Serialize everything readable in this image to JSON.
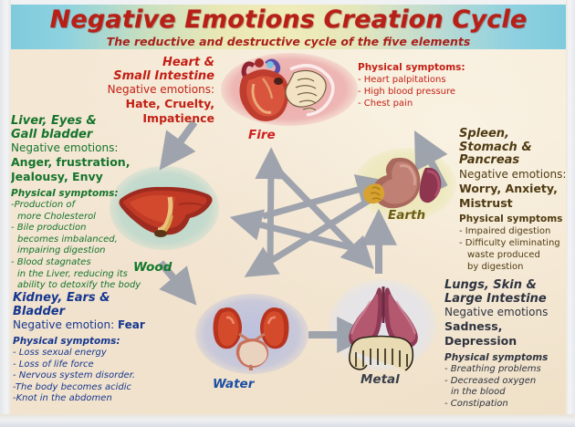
{
  "header": {
    "title": "Negative Emotions Creation Cycle",
    "subtitle": "The reductive and destructive cycle of  the five elements"
  },
  "elements": {
    "fire": {
      "label": "Fire"
    },
    "wood": {
      "label": "Wood"
    },
    "earth": {
      "label": "Earth"
    },
    "water": {
      "label": "Water"
    },
    "metal": {
      "label": "Metal"
    }
  },
  "blocks": {
    "heart": {
      "heading1": "Heart &",
      "heading2": "Small Intestine",
      "negative_label": "Negative emotions:",
      "emotions1": "Hate, Cruelty,",
      "emotions2": "Impatience"
    },
    "fire_symptoms": {
      "heading": "Physical symptoms:",
      "items": [
        "- Heart palpitations",
        "- High blood pressure",
        "- Chest pain"
      ]
    },
    "liver": {
      "heading1": "Liver, Eyes  &",
      "heading2": "Gall bladder",
      "negative_label": "Negative emotions:",
      "emotions1": "Anger, frustration,",
      "emotions2": "Jealousy, Envy",
      "symptoms_heading": "Physical symptoms:",
      "items": [
        "-Production of",
        "more Cholesterol",
        "- Bile production",
        "becomes imbalanced,",
        "impairing digestion",
        "- Blood stagnates",
        "in the Liver, reducing its",
        "ability to detoxify the body"
      ],
      "indents": [
        0,
        1,
        0,
        1,
        1,
        0,
        1,
        1
      ]
    },
    "spleen": {
      "heading1": "Spleen,",
      "heading2": "Stomach &",
      "heading3": "Pancreas",
      "negative_label": "Negative emotions:",
      "emotions1": "Worry, Anxiety,",
      "emotions2": "Mistrust",
      "symptoms_heading": "Physical symptoms",
      "items": [
        "- Impaired digestion",
        "- Difficulty eliminating",
        "waste produced",
        "by digestion"
      ],
      "indents": [
        0,
        0,
        1,
        1
      ]
    },
    "kidney": {
      "heading1": "Kidney, Ears &",
      "heading2": "Bladder",
      "negative_label": "Negative emotion:",
      "emotions1": "Fear",
      "symptoms_heading": "Physical symptoms:",
      "items": [
        "- Loss sexual energy",
        "- Loss of life force",
        "- Nervous system disorder.",
        "-The body becomes acidic",
        "-Knot in the abdomen"
      ]
    },
    "lungs": {
      "heading1": "Lungs, Skin &",
      "heading2": "Large Intestine",
      "negative_label": "Negative emotions",
      "emotions1": "Sadness,  Depression",
      "symptoms_heading": "Physical symptoms",
      "items": [
        "- Breathing problems",
        "- Decreased oxygen",
        "in the blood",
        "- Constipation"
      ],
      "indents": [
        0,
        0,
        1,
        0
      ]
    }
  },
  "colors": {
    "title_red": "#b81f17",
    "banner_cyan": "#7ecbdd",
    "banner_cream": "#f0ecb9",
    "wood_green": "#15742c",
    "fire_red": "#c31f14",
    "water_blue": "#16378f",
    "earth_brown": "#4f3b12",
    "metal_slate": "#2e3340",
    "arrow_gray": "#9aa0ab",
    "paper": "#f3e6d2"
  }
}
